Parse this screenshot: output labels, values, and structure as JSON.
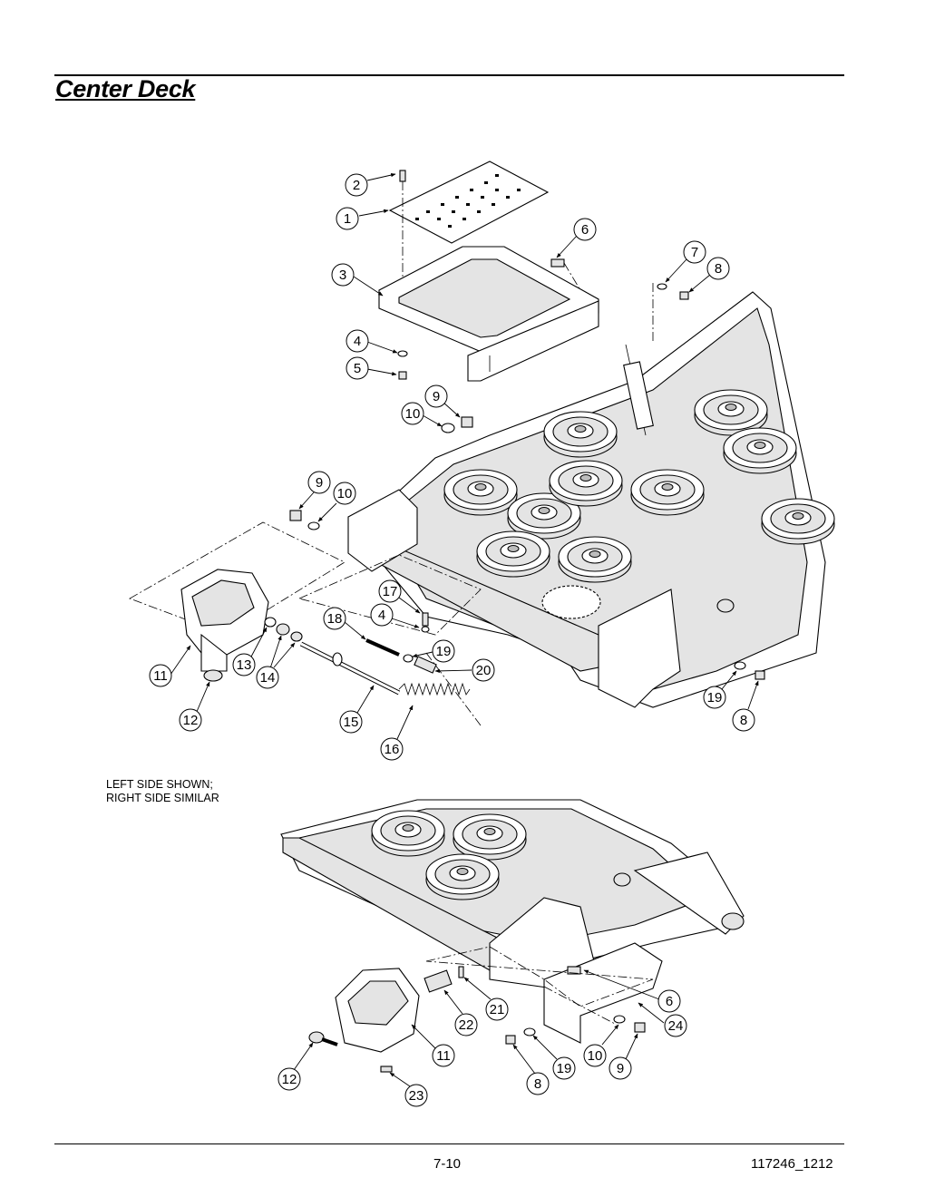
{
  "page": {
    "title": "Center Deck",
    "note_lines": [
      "LEFT SIDE SHOWN;",
      "RIGHT SIDE SIMILAR"
    ],
    "page_number": "7-10",
    "doc_id": "117246_1212"
  },
  "callouts": {
    "top": [
      "2",
      "1",
      "3",
      "4",
      "5",
      "6",
      "7",
      "8",
      "9",
      "10",
      "9",
      "10",
      "17",
      "4",
      "18",
      "19",
      "20",
      "11",
      "12",
      "13",
      "14",
      "15",
      "16",
      "19",
      "8"
    ],
    "bottom": [
      "6",
      "24",
      "21",
      "22",
      "11",
      "12",
      "23",
      "8",
      "19",
      "10",
      "9"
    ]
  }
}
